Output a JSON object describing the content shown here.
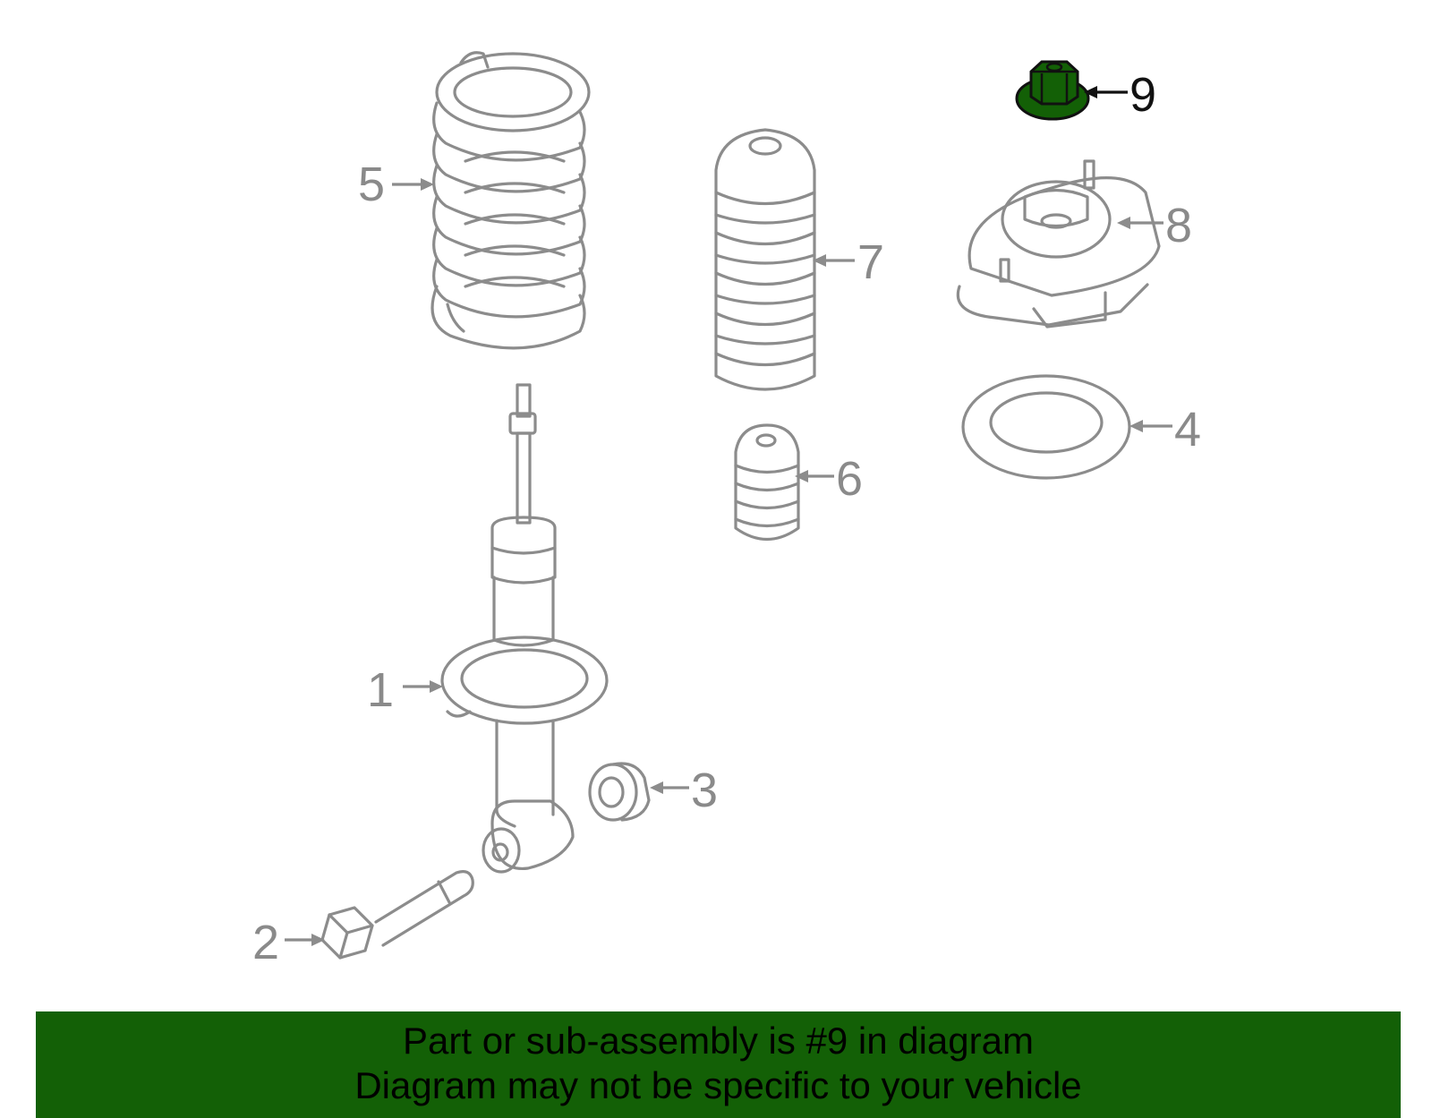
{
  "diagram": {
    "highlight_color": "#136006",
    "highlighted_part": "9",
    "callouts": [
      "1",
      "2",
      "3",
      "4",
      "5",
      "6",
      "7",
      "8",
      "9"
    ]
  },
  "banner": {
    "line1": "Part or sub-assembly is #9 in diagram",
    "line2": "Diagram may not be specific to your vehicle",
    "background": "#136006"
  }
}
